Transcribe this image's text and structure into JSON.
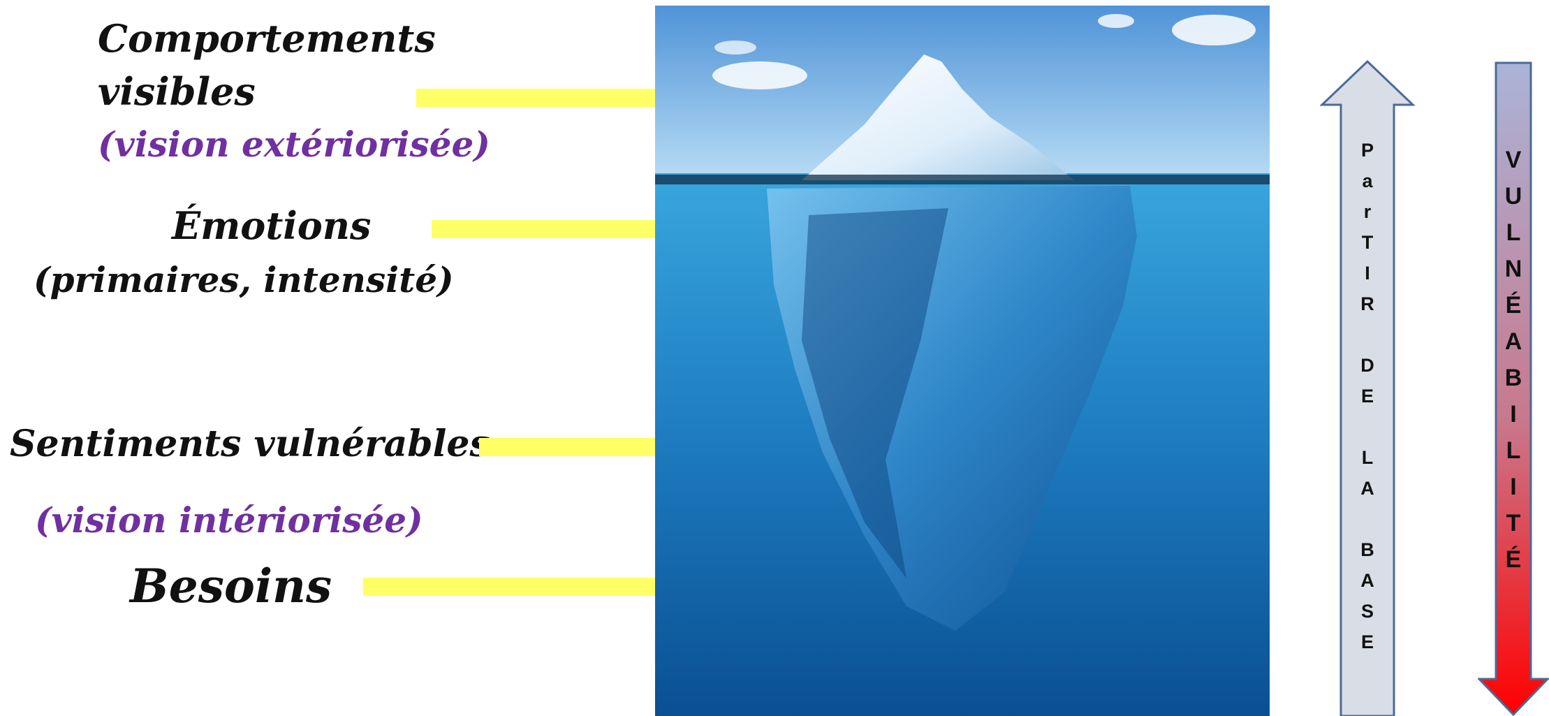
{
  "labels": {
    "comportements_line1": "Comportements",
    "comportements_line2": "visibles",
    "vision_exteriorisee": "(vision extériorisée)",
    "emotions": "Émotions",
    "emotions_detail": "(primaires, intensité)",
    "sentiments": "Sentiments vulnérables",
    "vision_interiorisee": "(vision intériorisée)",
    "besoins": "Besoins"
  },
  "up_arrow_letters": [
    "P",
    "a",
    "r",
    "T",
    "I",
    "R",
    "",
    "D",
    "E",
    "",
    "L",
    "A",
    "",
    "B",
    "A",
    "S",
    "E"
  ],
  "down_arrow_letters": [
    "V",
    "U",
    "L",
    "N",
    "É",
    "A",
    "B",
    "I",
    "L",
    "I",
    "T",
    "É"
  ],
  "colors": {
    "label_text": "#111111",
    "accent_purple": "#7030a0",
    "pointer_arrow": "#ffff66",
    "up_arrow_fill": "#d9dde6",
    "up_arrow_stroke": "#4a6a9a",
    "down_arrow_top": "#aab4d8",
    "down_arrow_bottom": "#ff0000"
  }
}
